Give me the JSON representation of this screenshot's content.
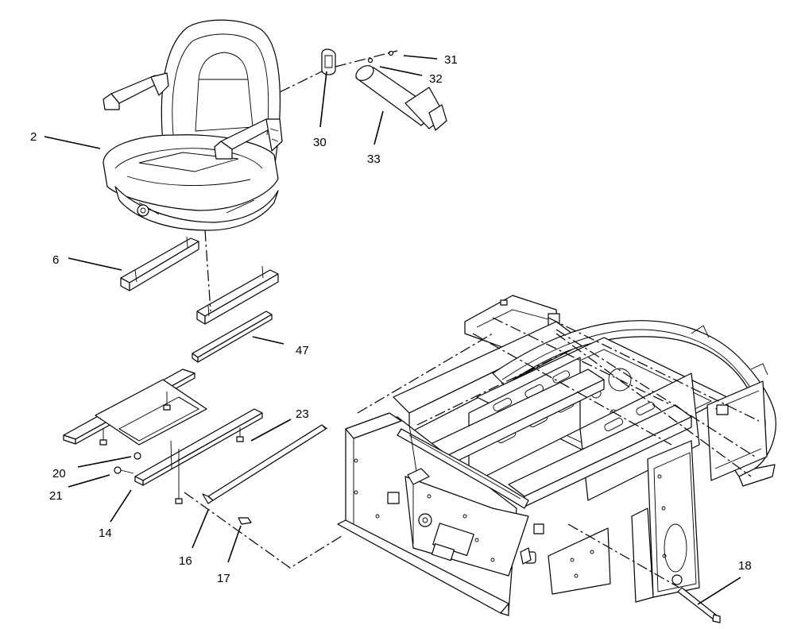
{
  "callouts": [
    {
      "id": "2",
      "label": "2"
    },
    {
      "id": "6",
      "label": "6"
    },
    {
      "id": "14",
      "label": "14"
    },
    {
      "id": "16",
      "label": "16"
    },
    {
      "id": "17",
      "label": "17"
    },
    {
      "id": "18",
      "label": "18"
    },
    {
      "id": "20",
      "label": "20"
    },
    {
      "id": "21",
      "label": "21"
    },
    {
      "id": "23",
      "label": "23"
    },
    {
      "id": "30",
      "label": "30"
    },
    {
      "id": "31",
      "label": "31"
    },
    {
      "id": "32",
      "label": "32"
    },
    {
      "id": "33",
      "label": "33"
    },
    {
      "id": "47",
      "label": "47"
    }
  ]
}
